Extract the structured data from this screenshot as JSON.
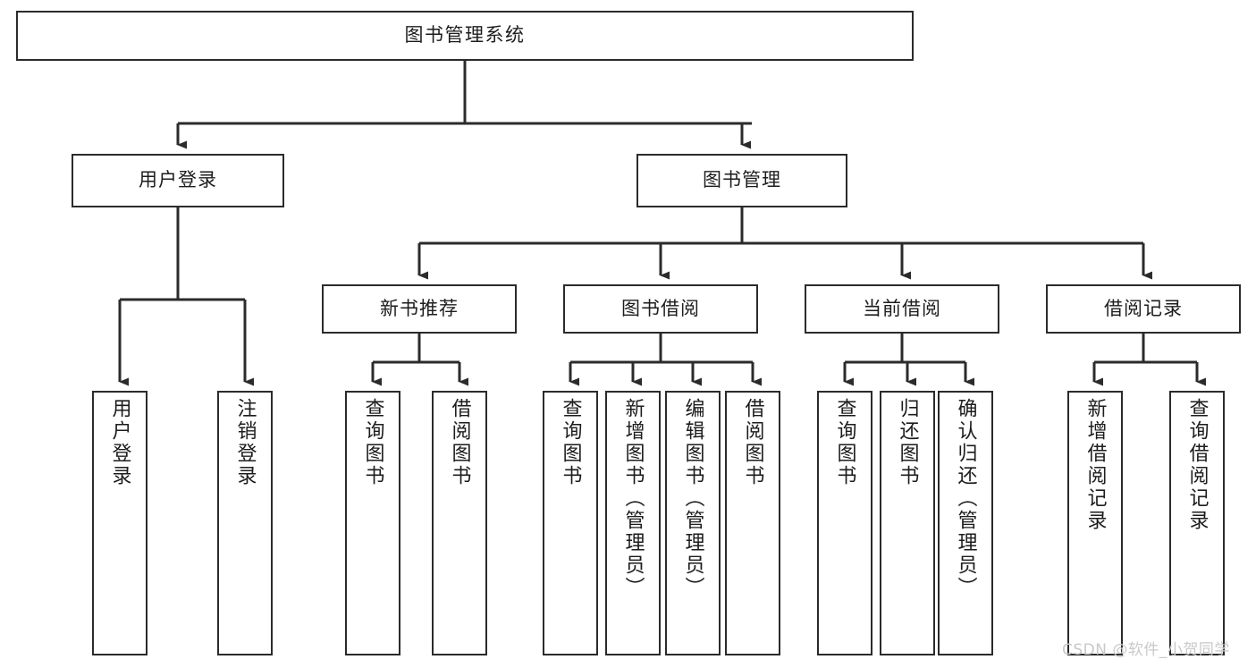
{
  "diagram": {
    "title": "图书管理系统",
    "type": "tree",
    "watermark": "CSDN @软件_小贺同学",
    "style": {
      "background": "#ffffff",
      "box_border": "#2b2b2b",
      "edge_color": "#2b2b2b",
      "text_color": "#1d1d1d",
      "watermark_color": "#c9c9c9"
    },
    "levels": {
      "root": {
        "label": "图书管理系统"
      },
      "level1": [
        {
          "id": "user-login",
          "label": "用户登录"
        },
        {
          "id": "book-manage",
          "label": "图书管理"
        }
      ],
      "level2": [
        {
          "id": "new-book-recommend",
          "label": "新书推荐",
          "parent": "book-manage"
        },
        {
          "id": "book-borrow",
          "label": "图书借阅",
          "parent": "book-manage"
        },
        {
          "id": "current-borrow",
          "label": "当前借阅",
          "parent": "book-manage"
        },
        {
          "id": "borrow-record",
          "label": "借阅记录",
          "parent": "book-manage"
        }
      ],
      "leaves": [
        {
          "id": "leaf-user-login",
          "label": "用户登录",
          "parent": "user-login"
        },
        {
          "id": "leaf-logout-login",
          "label": "注销登录",
          "parent": "user-login"
        },
        {
          "id": "leaf-query-book-1",
          "label": "查询图书",
          "parent": "new-book-recommend"
        },
        {
          "id": "leaf-borrow-book-1",
          "label": "借阅图书",
          "parent": "new-book-recommend"
        },
        {
          "id": "leaf-query-book-2",
          "label": "查询图书",
          "parent": "book-borrow"
        },
        {
          "id": "leaf-add-book",
          "label": "新增图书（管理员）",
          "parent": "book-borrow"
        },
        {
          "id": "leaf-edit-book",
          "label": "编辑图书（管理员）",
          "parent": "book-borrow"
        },
        {
          "id": "leaf-borrow-book-2",
          "label": "借阅图书",
          "parent": "book-borrow"
        },
        {
          "id": "leaf-query-book-3",
          "label": "查询图书",
          "parent": "current-borrow"
        },
        {
          "id": "leaf-return-book",
          "label": "归还图书",
          "parent": "current-borrow"
        },
        {
          "id": "leaf-confirm-return",
          "label": "确认归还（管理员）",
          "parent": "current-borrow"
        },
        {
          "id": "leaf-add-record",
          "label": "新增借阅记录",
          "parent": "borrow-record"
        },
        {
          "id": "leaf-query-record",
          "label": "查询借阅记录",
          "parent": "borrow-record"
        }
      ]
    }
  }
}
